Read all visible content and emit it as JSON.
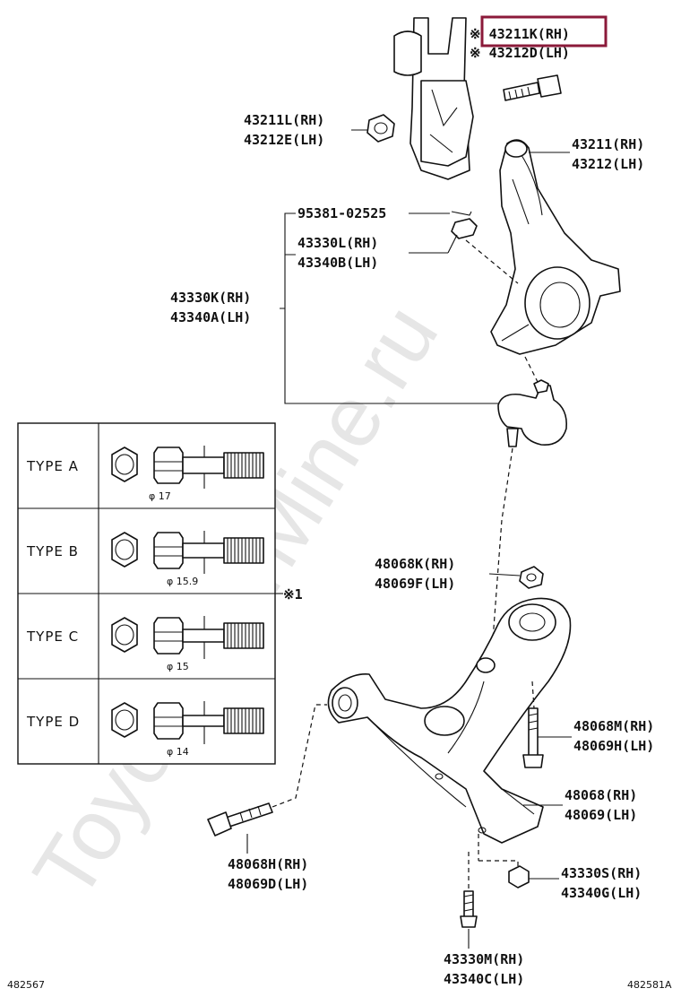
{
  "watermark": "ToyotaCarMine.ru",
  "highlighted_part": "43211K (RH)",
  "labels": {
    "bolt_top_rh": "※ 43211K(RH)",
    "bolt_top_lh": "※ 43212D(LH)",
    "nut_top_rh": "43211L(RH)",
    "nut_top_lh": "43212E(LH)",
    "knuckle_rh": "43211(RH)",
    "knuckle_lh": "43212(LH)",
    "pin": "95381-02525",
    "balljoint_nut_rh": "43330L(RH)",
    "balljoint_nut_lh": "43340B(LH)",
    "balljoint_rh": "43330K(RH)",
    "balljoint_lh": "43340A(LH)",
    "arm_nut_rh": "48068K(RH)",
    "arm_nut_lh": "48069F(LH)",
    "arm_bolt_rh": "48068M(RH)",
    "arm_bolt_lh": "48069H(LH)",
    "arm_rh": "48068(RH)",
    "arm_lh": "48069(LH)",
    "front_bolt_rh": "48068H(RH)",
    "front_bolt_lh": "48069D(LH)",
    "bj_nut_rh": "43330S(RH)",
    "bj_nut_lh": "43340G(LH)",
    "bj_bolt_rh": "43330M(RH)",
    "bj_bolt_lh": "43340C(LH)",
    "note_ref": "※1",
    "code_left": "482567",
    "code_right": "482581A"
  },
  "types": [
    {
      "name": "TYPE A",
      "dia": "φ 17"
    },
    {
      "name": "TYPE B",
      "dia": "φ 15.9"
    },
    {
      "name": "TYPE C",
      "dia": "φ 15"
    },
    {
      "name": "TYPE D",
      "dia": "φ 14"
    }
  ]
}
